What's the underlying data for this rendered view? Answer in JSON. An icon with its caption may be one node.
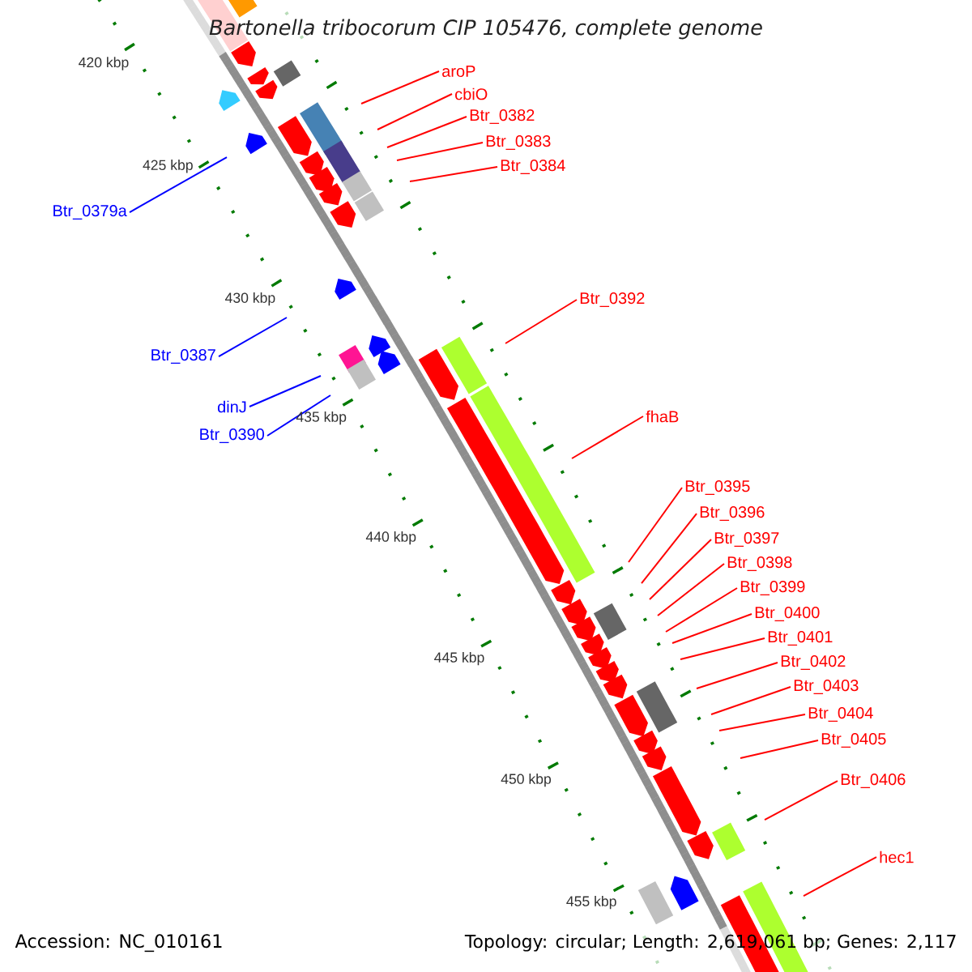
{
  "diagram": {
    "title": "Bartonella tribocorum CIP 105476, complete genome",
    "nodes": [
      {
        "text": [
          "aroP"
        ]
      },
      {
        "text": [
          "cbiO"
        ]
      },
      {
        "text": [
          "Btr_0382"
        ]
      },
      {
        "text": [
          "Btr_0383"
        ]
      },
      {
        "text": [
          "Btr_0384"
        ]
      },
      {
        "text": [
          "Btr_0379a"
        ]
      },
      {
        "text": [
          "Btr_0392"
        ]
      },
      {
        "text": [
          "Btr_0387"
        ]
      },
      {
        "text": [
          "dinJ"
        ]
      },
      {
        "text": [
          "fhaB"
        ]
      },
      {
        "text": [
          "Btr_0390"
        ]
      },
      {
        "text": [
          "Btr_0395"
        ]
      },
      {
        "text": [
          "Btr_0396"
        ]
      },
      {
        "text": [
          "Btr_0397"
        ]
      },
      {
        "text": [
          "Btr_0398"
        ]
      },
      {
        "text": [
          "Btr_0399"
        ]
      },
      {
        "text": [
          "Btr_0400"
        ]
      },
      {
        "text": [
          "Btr_0401"
        ]
      },
      {
        "text": [
          "Btr_0402"
        ]
      },
      {
        "text": [
          "Btr_0403"
        ]
      },
      {
        "text": [
          "Btr_0404"
        ]
      },
      {
        "text": [
          "Btr_0405"
        ]
      },
      {
        "text": [
          "Btr_0406"
        ]
      },
      {
        "text": [
          "hec1"
        ]
      }
    ],
    "edges": [
      {
        "from": 0,
        "to": null,
        "arrow": "none"
      },
      {
        "from": 1,
        "to": null,
        "arrow": "none"
      },
      {
        "from": 2,
        "to": null,
        "arrow": "none"
      },
      {
        "from": 3,
        "to": null,
        "arrow": "none"
      },
      {
        "from": 4,
        "to": null,
        "arrow": "none"
      },
      {
        "from": 5,
        "to": null,
        "arrow": "none",
        "color": "#0000ff"
      },
      {
        "from": 6,
        "to": null,
        "arrow": "none"
      },
      {
        "from": 7,
        "to": null,
        "arrow": "none",
        "color": "#0000ff"
      },
      {
        "from": 8,
        "to": null,
        "arrow": "none",
        "color": "#0000ff"
      },
      {
        "from": 9,
        "to": null,
        "arrow": "none"
      },
      {
        "from": 10,
        "to": null,
        "arrow": "none",
        "color": "#0000ff"
      },
      {
        "from": 11,
        "to": null,
        "arrow": "none"
      },
      {
        "from": 12,
        "to": null,
        "arrow": "none"
      },
      {
        "from": 13,
        "to": null,
        "arrow": "none"
      },
      {
        "from": 14,
        "to": null,
        "arrow": "none"
      },
      {
        "from": 15,
        "to": null,
        "arrow": "none"
      },
      {
        "from": 16,
        "to": null,
        "arrow": "none"
      },
      {
        "from": 17,
        "to": null,
        "arrow": "none"
      },
      {
        "from": 18,
        "to": null,
        "arrow": "none"
      },
      {
        "from": 19,
        "to": null,
        "arrow": "none"
      },
      {
        "from": 20,
        "to": null,
        "arrow": "none"
      },
      {
        "from": 21,
        "to": null,
        "arrow": "none"
      },
      {
        "from": 22,
        "to": null,
        "arrow": "none"
      },
      {
        "from": 23,
        "to": null,
        "arrow": "none"
      }
    ],
    "labels": [
      "420 kbp",
      "425 kbp",
      "430 kbp",
      "435 kbp",
      "440 kbp",
      "445 kbp",
      "450 kbp",
      "455 kbp",
      "Accession: NC_010161",
      "Topology: circular; Length: 2,619,061 bp; Genes: 2,117"
    ]
  }
}
